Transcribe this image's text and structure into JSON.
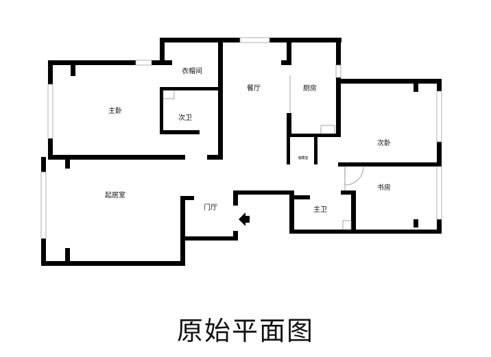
{
  "plan": {
    "rooms": [
      {
        "key": "master_bedroom",
        "label": "主卧"
      },
      {
        "key": "cloakroom",
        "label": "衣帽间"
      },
      {
        "key": "second_bath",
        "label": "次卫"
      },
      {
        "key": "dining",
        "label": "餐厅"
      },
      {
        "key": "kitchen",
        "label": "厨房"
      },
      {
        "key": "storage",
        "label": "储藏室"
      },
      {
        "key": "second_bedroom",
        "label": "次卧"
      },
      {
        "key": "living_room",
        "label": "起居室"
      },
      {
        "key": "foyer",
        "label": "门厅"
      },
      {
        "key": "master_bath",
        "label": "主卫"
      },
      {
        "key": "study",
        "label": "书房"
      }
    ],
    "entrance_icon": "entry-arrow-icon"
  },
  "caption": "原始平面图",
  "colors": {
    "wall": "#000000",
    "background": "#ffffff",
    "window": "#9a9a9a"
  }
}
